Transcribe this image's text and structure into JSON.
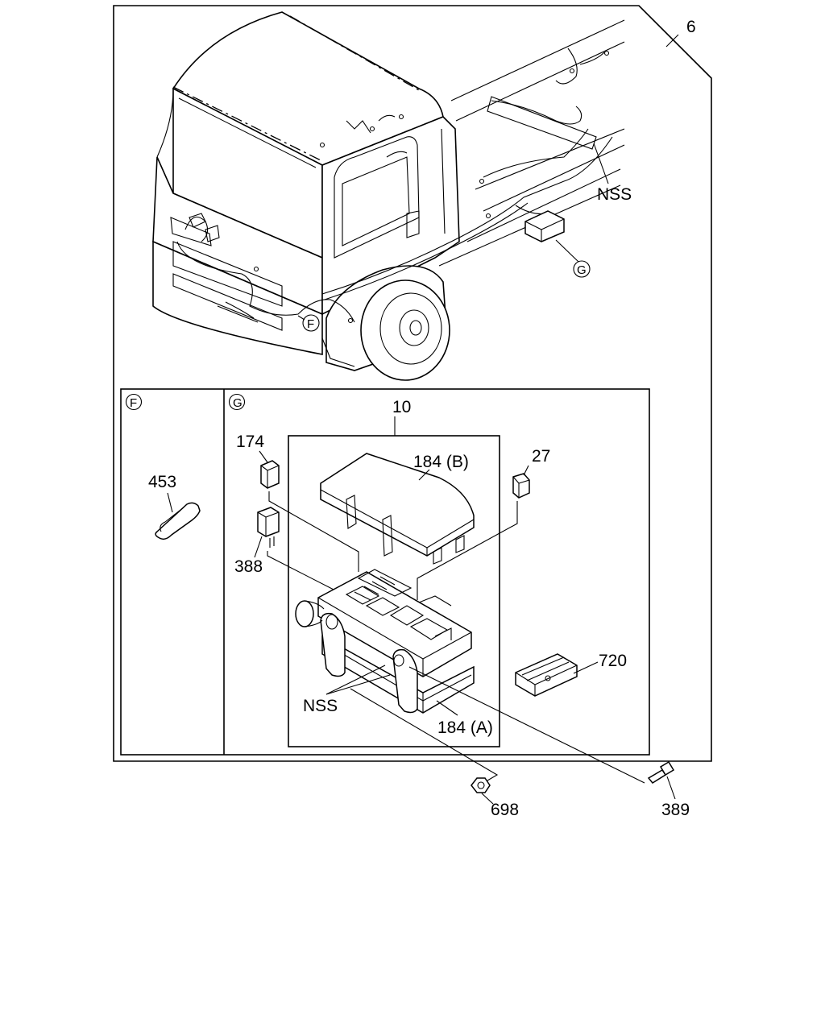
{
  "callouts": {
    "assembly": "6",
    "nss_top": "NSS",
    "detail_f": "F",
    "detail_g": "G",
    "main_box": "10",
    "relay_top": "174",
    "cover": "184 (B)",
    "fuse": "27",
    "clip": "453",
    "relay_bottom": "388",
    "bracket": "720",
    "nss_bottom": "NSS",
    "base": "184 (A)",
    "nut": "698",
    "bolt": "389"
  },
  "panels": {
    "f_label": "F",
    "g_label": "G"
  }
}
